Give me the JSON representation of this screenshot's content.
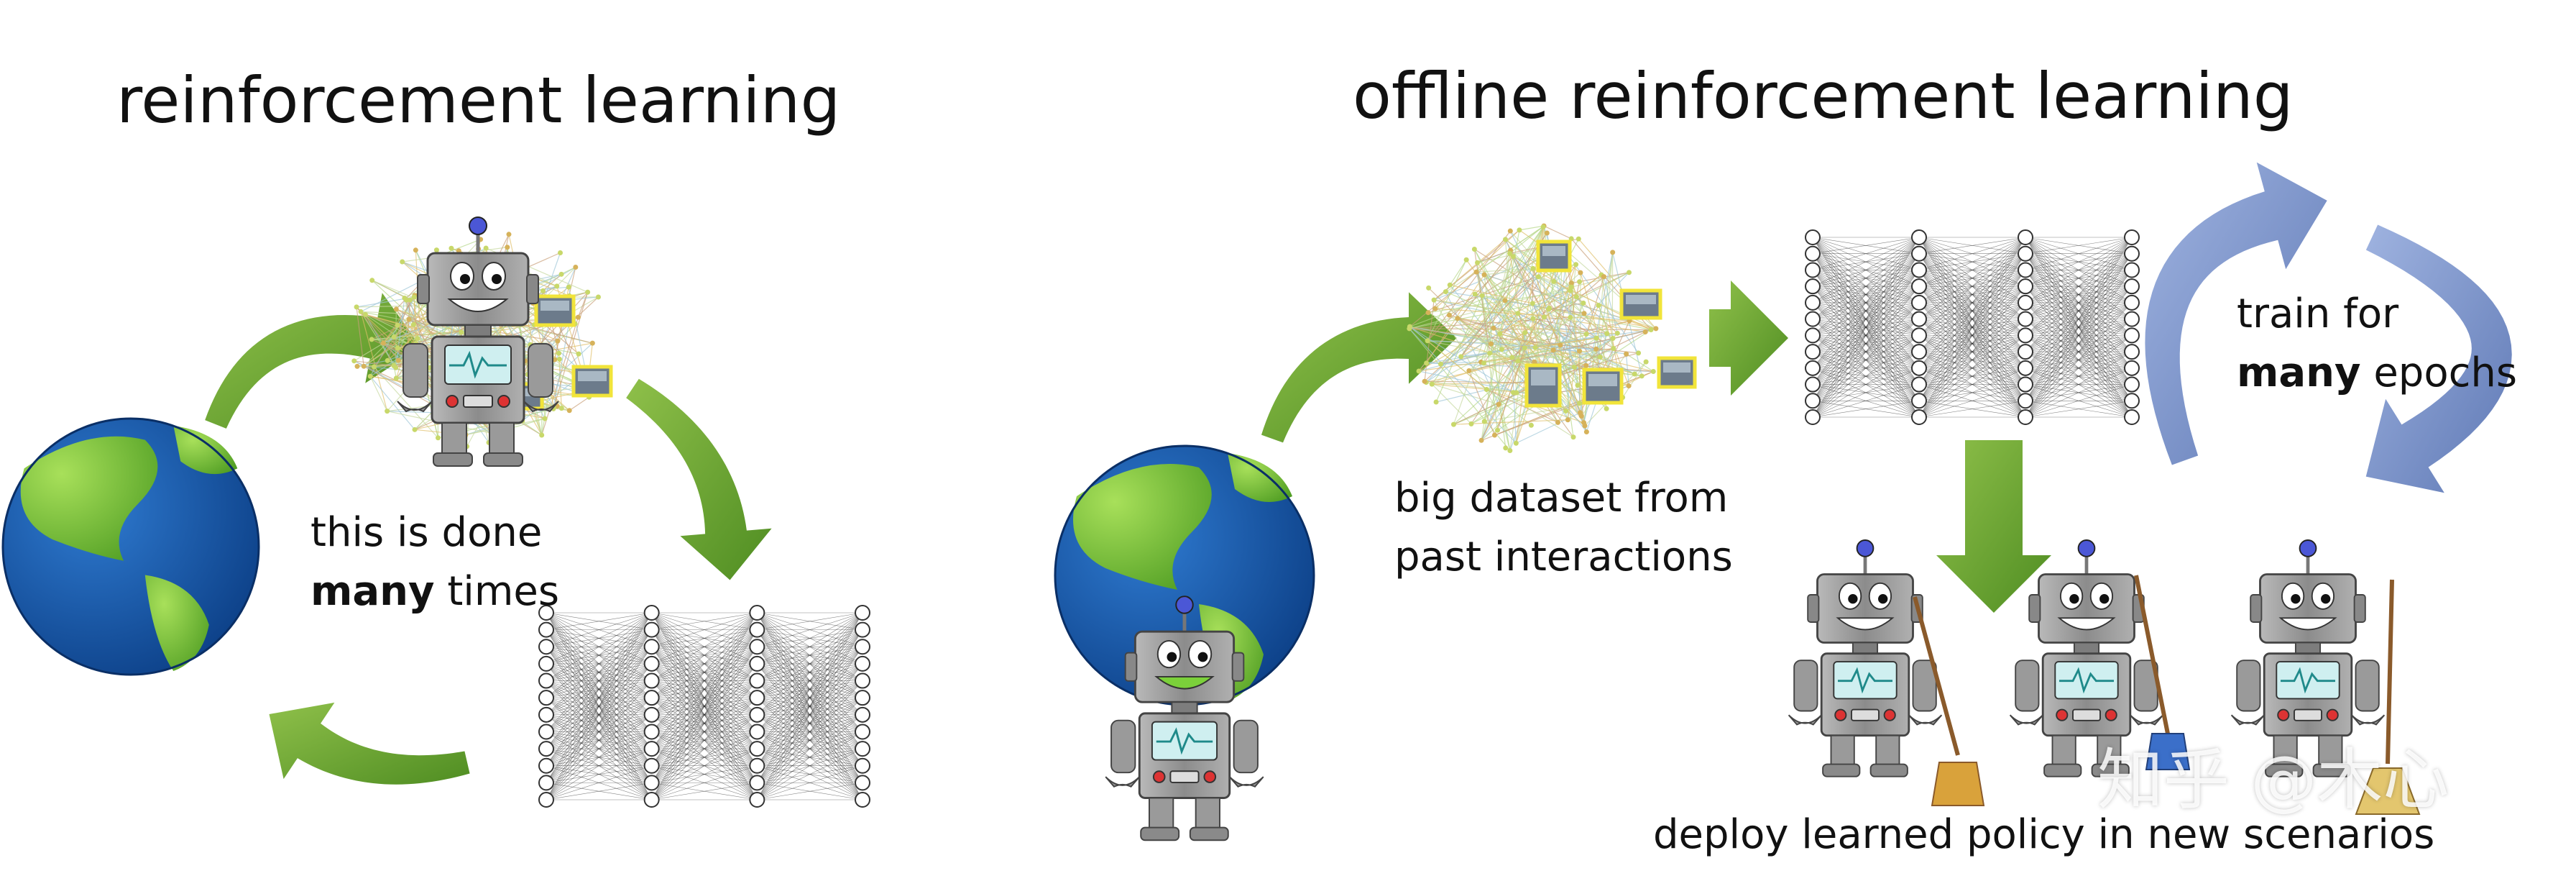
{
  "left": {
    "title": "reinforcement learning",
    "caption_line1": "this is done",
    "caption_bold": "many",
    "caption_rest": " times"
  },
  "right": {
    "title": "offline reinforcement learning",
    "dataset_line1": "big dataset from",
    "dataset_line2": "past interactions",
    "train_line1": "train for",
    "train_bold": "many",
    "train_rest": " epochs",
    "deploy": "deploy learned policy in new scenarios"
  },
  "watermark": "知乎 @木心",
  "colors": {
    "green_arrow": "#6aa82e",
    "blue_arrow": "#8199c9",
    "ocean": "#1e5ea8",
    "land": "#7bc63a",
    "robot_body": "#9a9a9a",
    "robot_screen": "#cfeff0",
    "antenna_ball": "#4b57d6"
  }
}
